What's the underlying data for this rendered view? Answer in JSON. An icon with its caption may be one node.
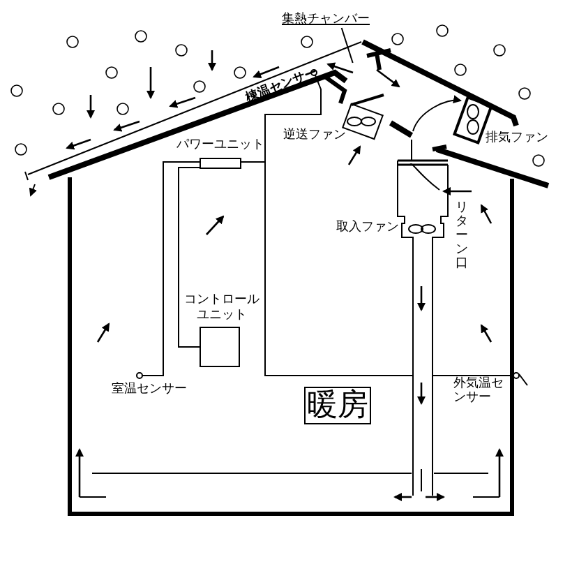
{
  "diagram": {
    "nodes": [
      {
        "text": [
          "暖房"
        ]
      },
      {
        "text": [
          "パワーユニット"
        ]
      },
      {
        "text": [
          "コントロールユニット"
        ]
      },
      {
        "text": [
          "集熱チャンバー"
        ]
      }
    ],
    "edges": [
      {
        "from": 1,
        "to": 2,
        "arrow": "none"
      },
      {
        "from": 3,
        "to": null,
        "arrow": "none"
      }
    ],
    "labels": [
      "棟温センサー",
      "逆送ファン",
      "排気ファン",
      "取入ファン",
      "リターン口",
      "室温センサー",
      "外気温センサー"
    ]
  }
}
